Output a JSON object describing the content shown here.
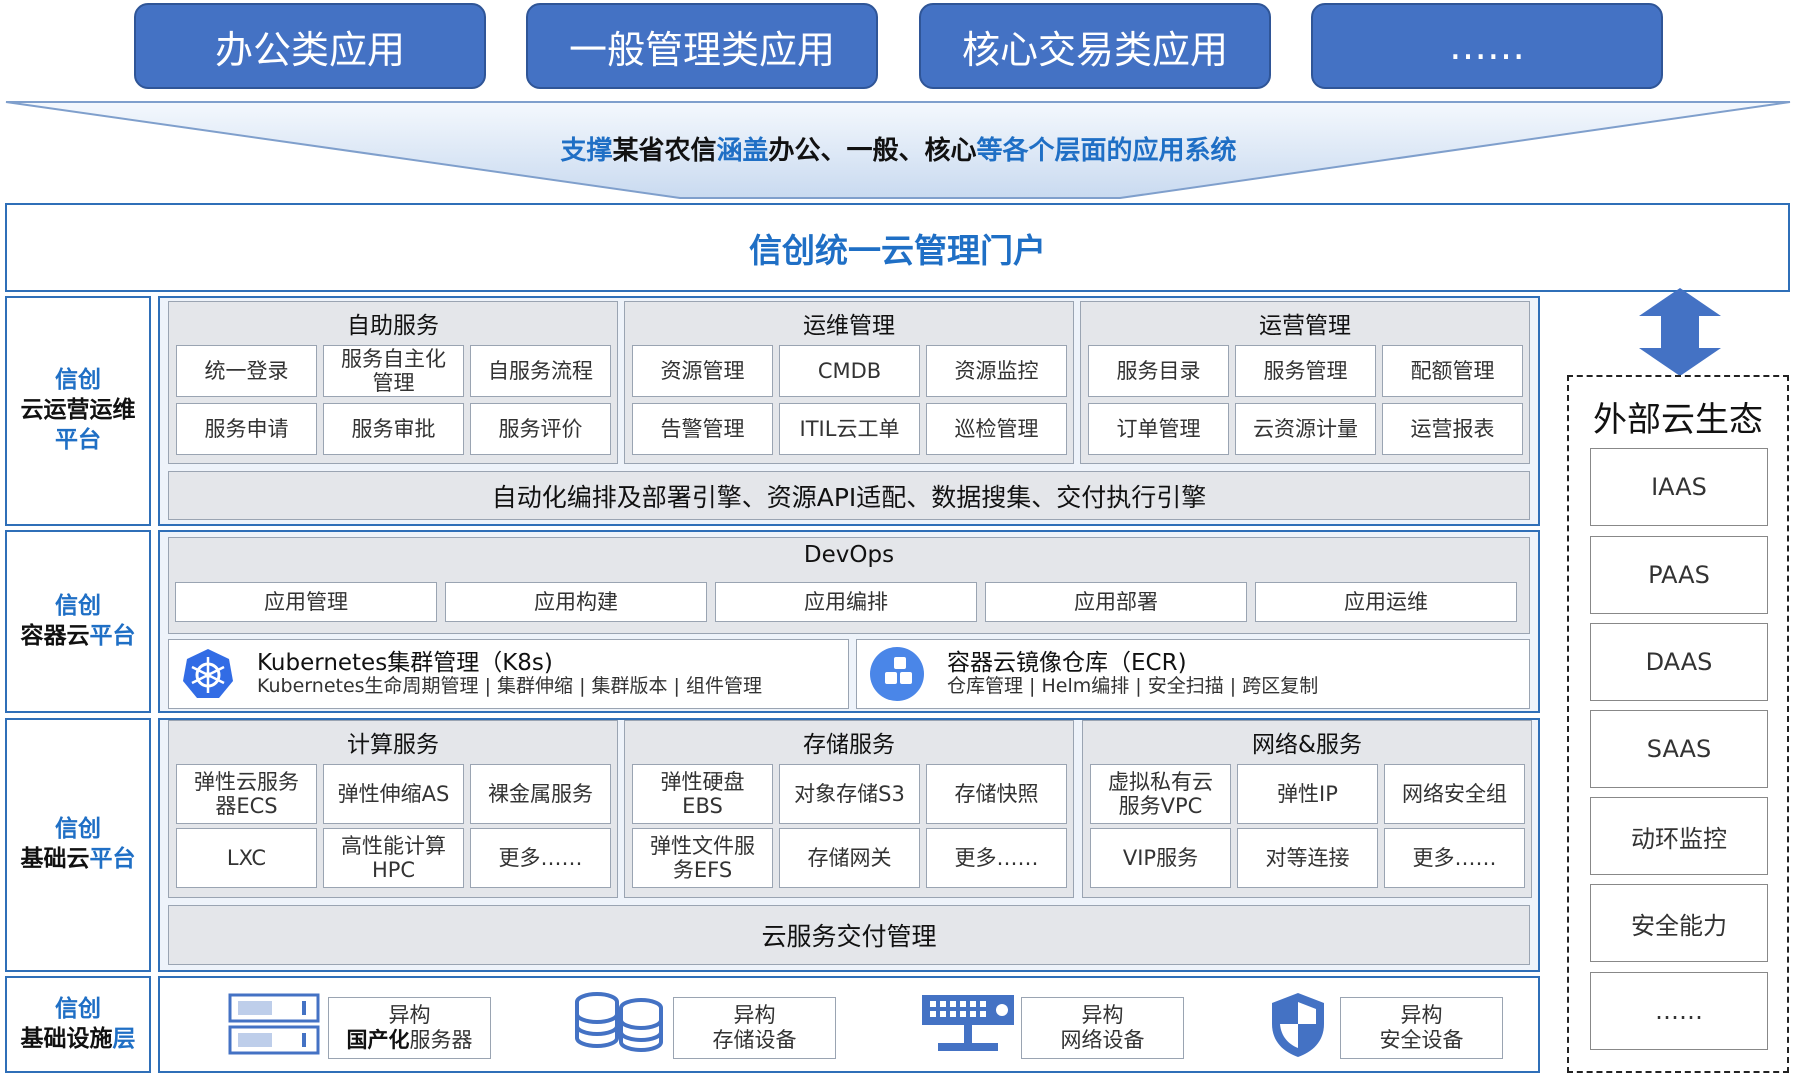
{
  "top_apps": [
    "办公类应用",
    "一般管理类应用",
    "核心交易类应用",
    "……"
  ],
  "banner": {
    "p1": "支撑",
    "p2": "某省农信",
    "p3": "涵盖",
    "p4": "办公、一般、核心",
    "p5": "等各个层面的应用系统"
  },
  "portal_title": "信创统一云管理门户",
  "layer1": {
    "label_top": "信创",
    "label_mid": "云运营运维",
    "label_bot": "平台",
    "groups": [
      {
        "title": "自助服务",
        "cells": [
          "统一登录",
          "服务自主化\n管理",
          "自服务流程",
          "服务申请",
          "服务审批",
          "服务评价"
        ]
      },
      {
        "title": "运维管理",
        "cells": [
          "资源管理",
          "CMDB",
          "资源监控",
          "告警管理",
          "ITIL云工单",
          "巡检管理"
        ]
      },
      {
        "title": "运营管理",
        "cells": [
          "服务目录",
          "服务管理",
          "配额管理",
          "订单管理",
          "云资源计量",
          "运营报表"
        ]
      }
    ],
    "bar": "自动化编排及部署引擎、资源API适配、数据搜集、交付执行引擎"
  },
  "layer2": {
    "label_top": "信创",
    "label_bot1": "容器云",
    "label_bot2": "平台",
    "devops_title": "DevOps",
    "devops_items": [
      "应用管理",
      "应用构建",
      "应用编排",
      "应用部署",
      "应用运维"
    ],
    "k8s_title": "Kubernetes集群管理（K8s)",
    "k8s_sub": "Kubernetes生命周期管理 | 集群伸缩 | 集群版本 | 组件管理",
    "ecr_title": "容器云镜像仓库（ECR)",
    "ecr_sub": "仓库管理 | Helm编排 | 安全扫描 | 跨区复制"
  },
  "layer3": {
    "label_top": "信创",
    "label_bot1": "基础云",
    "label_bot2": "平台",
    "groups": [
      {
        "title": "计算服务",
        "cells": [
          "弹性云服务\n器ECS",
          "弹性伸缩AS",
          "裸金属服务",
          "LXC",
          "高性能计算\nHPC",
          "更多……"
        ]
      },
      {
        "title": "存储服务",
        "cells": [
          "弹性硬盘\nEBS",
          "对象存储S3",
          "存储快照",
          "弹性文件服\n务EFS",
          "存储网关",
          "更多……"
        ]
      },
      {
        "title": "网络&服务",
        "cells": [
          "虚拟私有云\n服务VPC",
          "弹性IP",
          "网络安全组",
          "VIP服务",
          "对等连接",
          "更多……"
        ]
      }
    ],
    "bar": "云服务交付管理"
  },
  "layer4": {
    "label_top": "信创",
    "label_bot1": "基础设施",
    "label_bot2": "层",
    "items": [
      {
        "line1": "异构",
        "line2_bold": "国产化",
        "line2": "服务器",
        "icon": "server-icon"
      },
      {
        "line1": "异构",
        "line2_bold": "",
        "line2": "存储设备",
        "icon": "storage-icon"
      },
      {
        "line1": "异构",
        "line2_bold": "",
        "line2": "网络设备",
        "icon": "network-device-icon"
      },
      {
        "line1": "异构",
        "line2_bold": "",
        "line2": "安全设备",
        "icon": "shield-icon"
      }
    ]
  },
  "external": {
    "title": "外部云生态",
    "items": [
      "IAAS",
      "PAAS",
      "DAAS",
      "SAAS",
      "动环监控",
      "安全能力",
      "……"
    ]
  },
  "colors": {
    "primary_blue": "#4472c4",
    "text_blue": "#1f6fc5",
    "frame_blue": "#2f6fb8",
    "gray_panel": "#e4e6ea"
  }
}
